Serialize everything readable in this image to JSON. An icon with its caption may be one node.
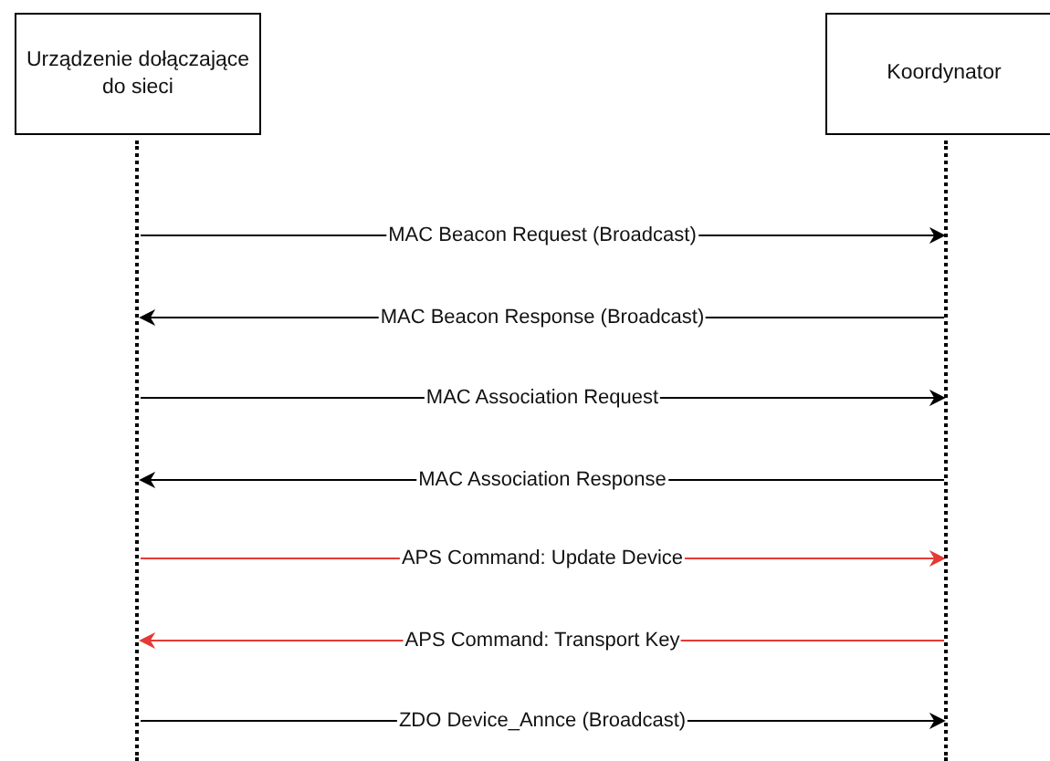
{
  "diagram": {
    "nodes": [
      {
        "text": [
          "Urządzenie dołączające do sieci"
        ]
      },
      {
        "text": [
          "Koordynator"
        ]
      },
      {
        "text": [],
        "shape": "line"
      },
      {
        "text": [],
        "shape": "line"
      }
    ],
    "edges": [
      {
        "from": 2,
        "to": 3,
        "arrow": "to",
        "label": "MAC Beacon Request (Broadcast)"
      },
      {
        "from": 3,
        "to": 2,
        "arrow": "to",
        "label": "MAC Beacon Response (Broadcast)"
      },
      {
        "from": 2,
        "to": 3,
        "arrow": "to",
        "label": "MAC Association Request"
      },
      {
        "from": 3,
        "to": 2,
        "arrow": "to",
        "label": "MAC Association Response"
      },
      {
        "from": 2,
        "to": 3,
        "arrow": "to",
        "label": "APS Command: Update Device",
        "color": "#e53935"
      },
      {
        "from": 3,
        "to": 2,
        "arrow": "to",
        "label": "APS Command: Transport Key",
        "color": "#e53935"
      },
      {
        "from": 2,
        "to": 3,
        "arrow": "to",
        "label": "ZDO Device_Annce (Broadcast)"
      }
    ]
  }
}
